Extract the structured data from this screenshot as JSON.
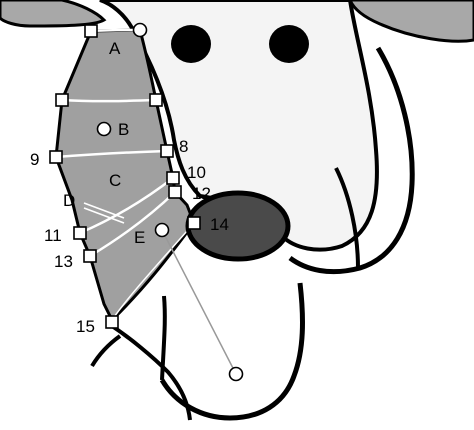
{
  "colors": {
    "background": "#ffffff",
    "ear_fill": "#a8a8a8",
    "face_fill": "#f4f4f4",
    "outline": "#000000",
    "nose_fill": "#4a4a4a",
    "shade_fill": "#a0a0a0",
    "handle_fill": "#ffffff",
    "inner_line": "#ffffff",
    "connector": "#999999"
  },
  "regions": {
    "A": "A",
    "B": "B",
    "C": "C",
    "D": "D",
    "E": "E"
  },
  "points": {
    "p8": "8",
    "p9": "9",
    "p10": "10",
    "p11": "11",
    "p12": "12",
    "p13": "13",
    "p14": "14",
    "p15": "15"
  }
}
